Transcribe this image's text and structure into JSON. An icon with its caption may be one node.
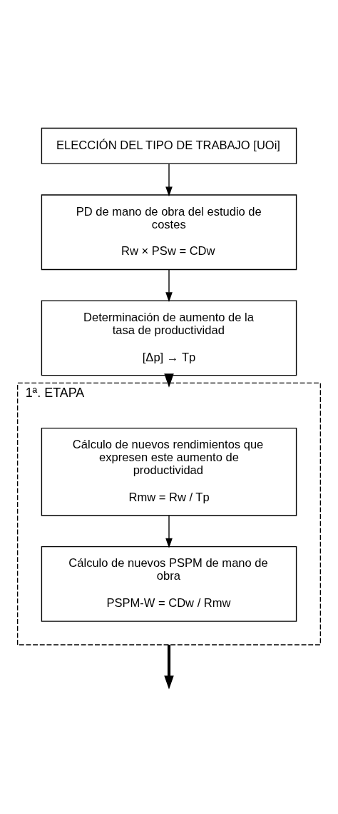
{
  "diagram": {
    "nodes": [
      {
        "text": [
          "ELECCIÓN DEL TIPO DE TRABAJO [UOi]"
        ]
      },
      {
        "text": [
          "PD de mano de obra del estudio de costes",
          "Rw × PSw = CDw"
        ]
      },
      {
        "text": [
          "Determinación de aumento de la tasa de productividad",
          "[Δp] → Tp"
        ]
      },
      {
        "text": [
          "1ª. ETAPA"
        ]
      },
      {
        "text": [
          "Cálculo de nuevos rendimientos que expresen este aumento de productividad",
          "Rmw = Rw / Tp"
        ],
        "in": 3
      },
      {
        "text": [
          "Cálculo de nuevos PSPM de mano de obra",
          "PSPM-W = CDw / Rmw"
        ],
        "in": 3
      }
    ],
    "edges": [
      {
        "from": 0,
        "to": 1,
        "arrow": "to"
      },
      {
        "from": 1,
        "to": 2,
        "arrow": "to"
      },
      {
        "from": 2,
        "to": 3,
        "arrow": "to",
        "style": "thick"
      },
      {
        "from": 4,
        "to": 5,
        "arrow": "to"
      },
      {
        "from": 3,
        "to": null,
        "arrow": "to",
        "style": "thick"
      }
    ]
  }
}
